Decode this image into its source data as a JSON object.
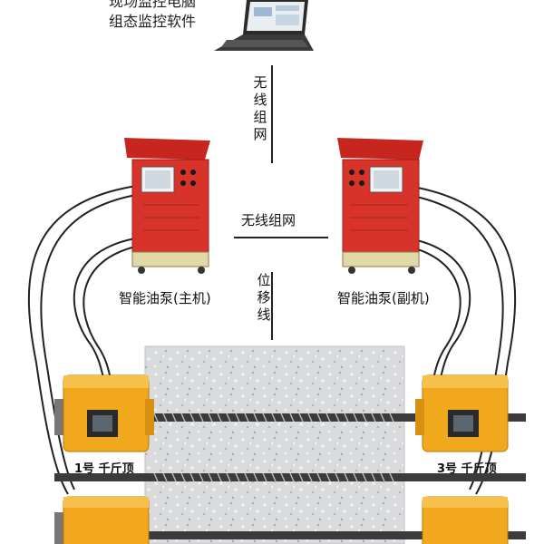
{
  "software": {
    "line1": "现场监控电脑",
    "line2": "组态监控软件"
  },
  "links": {
    "wireless_vertical": [
      "无",
      "线",
      "组",
      "网"
    ],
    "wireless_horizontal": "无线组网",
    "displacement_vertical": [
      "位",
      "移",
      "线"
    ]
  },
  "pumps": {
    "master": "智能油泵(主机)",
    "slave": "智能油泵(副机)"
  },
  "jacks": {
    "jack1": "1号 千斤顶",
    "jack3": "3号 千斤顶"
  },
  "colors": {
    "pump_red": "#d8332a",
    "jack_orange": "#f2a81c",
    "concrete": "#d4d6d8"
  },
  "icons": [
    "laptop-icon",
    "oil-pump-icon",
    "hydraulic-jack-icon",
    "concrete-beam-icon"
  ]
}
